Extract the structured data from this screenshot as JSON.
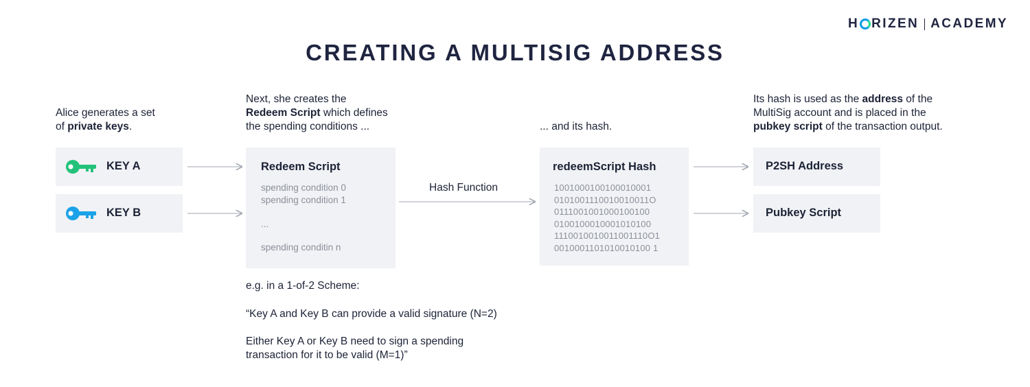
{
  "logo": {
    "left": "H",
    "o": "O",
    "right": "RIZEN",
    "academy": "ACADEMY"
  },
  "title": "CREATING A MULTISIG ADDRESS",
  "captions": {
    "col1_line1": "Alice generates a set",
    "col1_pre": "of ",
    "col1_bold": "private keys",
    "col1_post": ".",
    "col2_line1": "Next, she creates the",
    "col2_bold": "Redeem Script",
    "col2_post": " which defines",
    "col2_line3": "the spending conditions ...",
    "col3": "... and its hash.",
    "col4_pre": "Its hash is used as the ",
    "col4_bold1": "address",
    "col4_post1": " of the",
    "col4_line2": "MultiSig account and is placed in the",
    "col4_bold2": "pubkey script",
    "col4_post2": " of the transaction output."
  },
  "keys": [
    {
      "label": "KEY A",
      "icon": "key-icon-green",
      "color": "#23c27a"
    },
    {
      "label": "KEY B",
      "icon": "key-icon-blue",
      "color": "#1aa3e8"
    }
  ],
  "redeem": {
    "title": "Redeem Script",
    "conditions": [
      "spending condition 0",
      "spending condition 1",
      "...",
      "spending conditin n"
    ]
  },
  "hash_function_label": "Hash Function",
  "hash": {
    "title": "redeemScript Hash",
    "lines": [
      "1001000100100010001",
      "0101001110010010011O",
      "0111001001000100100",
      "0100100010001010100",
      "1110010010011001110O1",
      "0010001101010010100 1"
    ]
  },
  "outputs": [
    "P2SH Address",
    "Pubkey Script"
  ],
  "example": {
    "line1": "e.g. in a 1-of-2 Scheme:",
    "line2": "“Key A and Key B can provide a valid signature (N=2)",
    "line3a": "Either Key A or Key B need to sign a spending",
    "line3b": "transaction for it to be valid (M=1)”"
  }
}
